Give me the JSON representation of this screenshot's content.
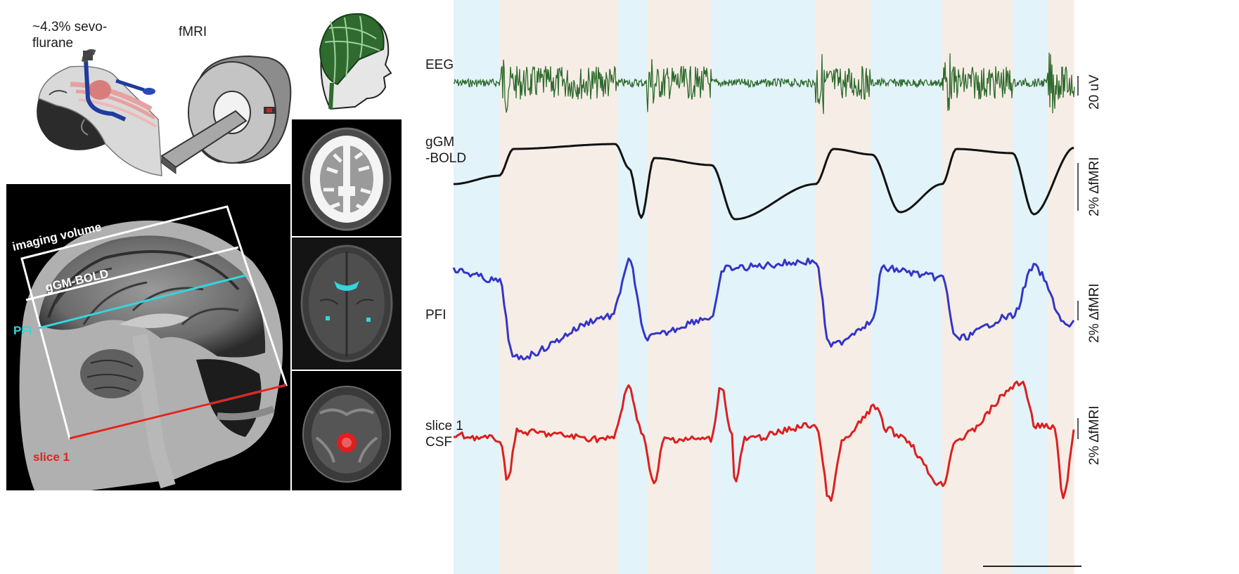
{
  "setup": {
    "anesthesia_label": "~4.3% sevo-\nflurane",
    "fmri_label": "fMRI"
  },
  "mri_panel": {
    "imaging_volume_label": "imaging volume",
    "ggm_bold_label": "gGM-BOLD",
    "pfi_label": "PFI",
    "slice1_label": "slice 1"
  },
  "traces": {
    "eeg_label": "EEG",
    "ggm_label": "gGM\n-BOLD",
    "pfi_label": "PFI",
    "csf_label": "slice 1\nCSF"
  },
  "scale_bars": {
    "eeg": "20 uV",
    "ggm": "2% ∆fMRI",
    "pfi": "2% ∆fMRI",
    "csf": "2% ∆fMRI"
  },
  "colors": {
    "eeg": "#2e6b2e",
    "ggm": "#111111",
    "pfi": "#3535c8",
    "csf": "#dc1f1f",
    "pfi_line": "#33d6dc",
    "slice_line": "#e0241e",
    "state_low": "#e3f3fa",
    "state_high": "#f6eee6"
  }
}
